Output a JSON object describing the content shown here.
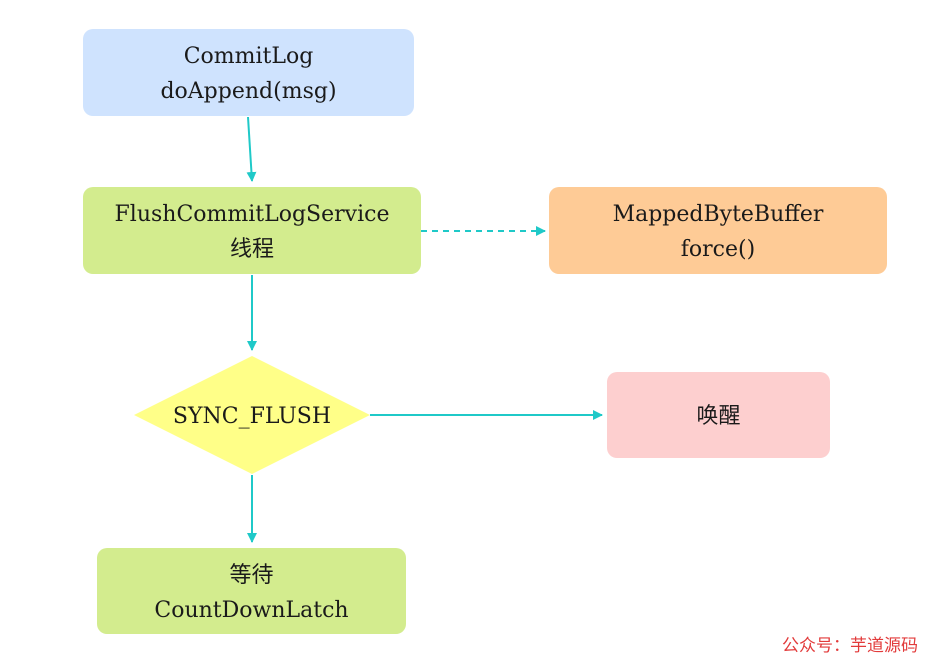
{
  "nodes": {
    "commitlog": {
      "line1": "CommitLog",
      "line2": "doAppend(msg)"
    },
    "flush_service": {
      "line1": "FlushCommitLogService",
      "line2": "线程"
    },
    "mapped_buffer": {
      "line1": "MappedByteBuffer",
      "line2": "force()"
    },
    "sync_flush": {
      "label": "SYNC_FLUSH"
    },
    "wakeup": {
      "label": "唤醒"
    },
    "wait_latch": {
      "line1": "等待",
      "line2": "CountDownLatch"
    }
  },
  "colors": {
    "blue_box": "#cfe3fe",
    "green_box": "#d3ec8e",
    "orange_box": "#fecb96",
    "pink_box": "#fdcfcf",
    "yellow_diamond": "#ffff88",
    "arrow": "#1fc9c8"
  },
  "watermark": "公众号：芋道源码"
}
